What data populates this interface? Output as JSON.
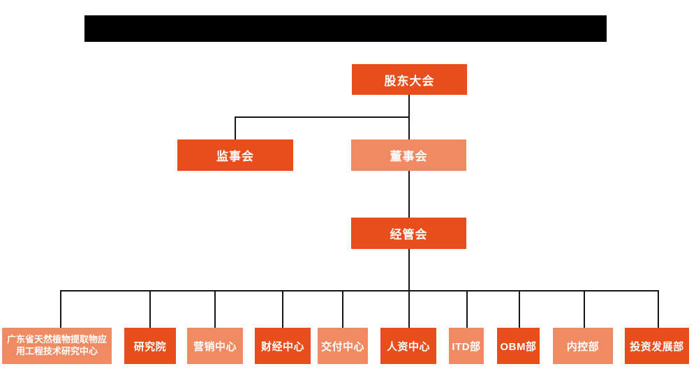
{
  "theme": {
    "primary_color": "#e84d1c",
    "secondary_color": "#f08a62",
    "line_color": "#151515",
    "background_color": "#ffffff",
    "redaction_color": "#000000"
  },
  "org_chart": {
    "level1": {
      "label": "股东大会"
    },
    "level2": [
      {
        "label": "监事会"
      },
      {
        "label": "董事会"
      }
    ],
    "level3": {
      "label": "经管会"
    },
    "departments": [
      {
        "label": "广东省天然植物提取物应用工程技术研究中心"
      },
      {
        "label": "研究院"
      },
      {
        "label": "营销中心"
      },
      {
        "label": "财经中心"
      },
      {
        "label": "交付中心"
      },
      {
        "label": "人资中心"
      },
      {
        "label": "ITD部"
      },
      {
        "label": "OBM部"
      },
      {
        "label": "内控部"
      },
      {
        "label": "投资发展部"
      }
    ]
  }
}
